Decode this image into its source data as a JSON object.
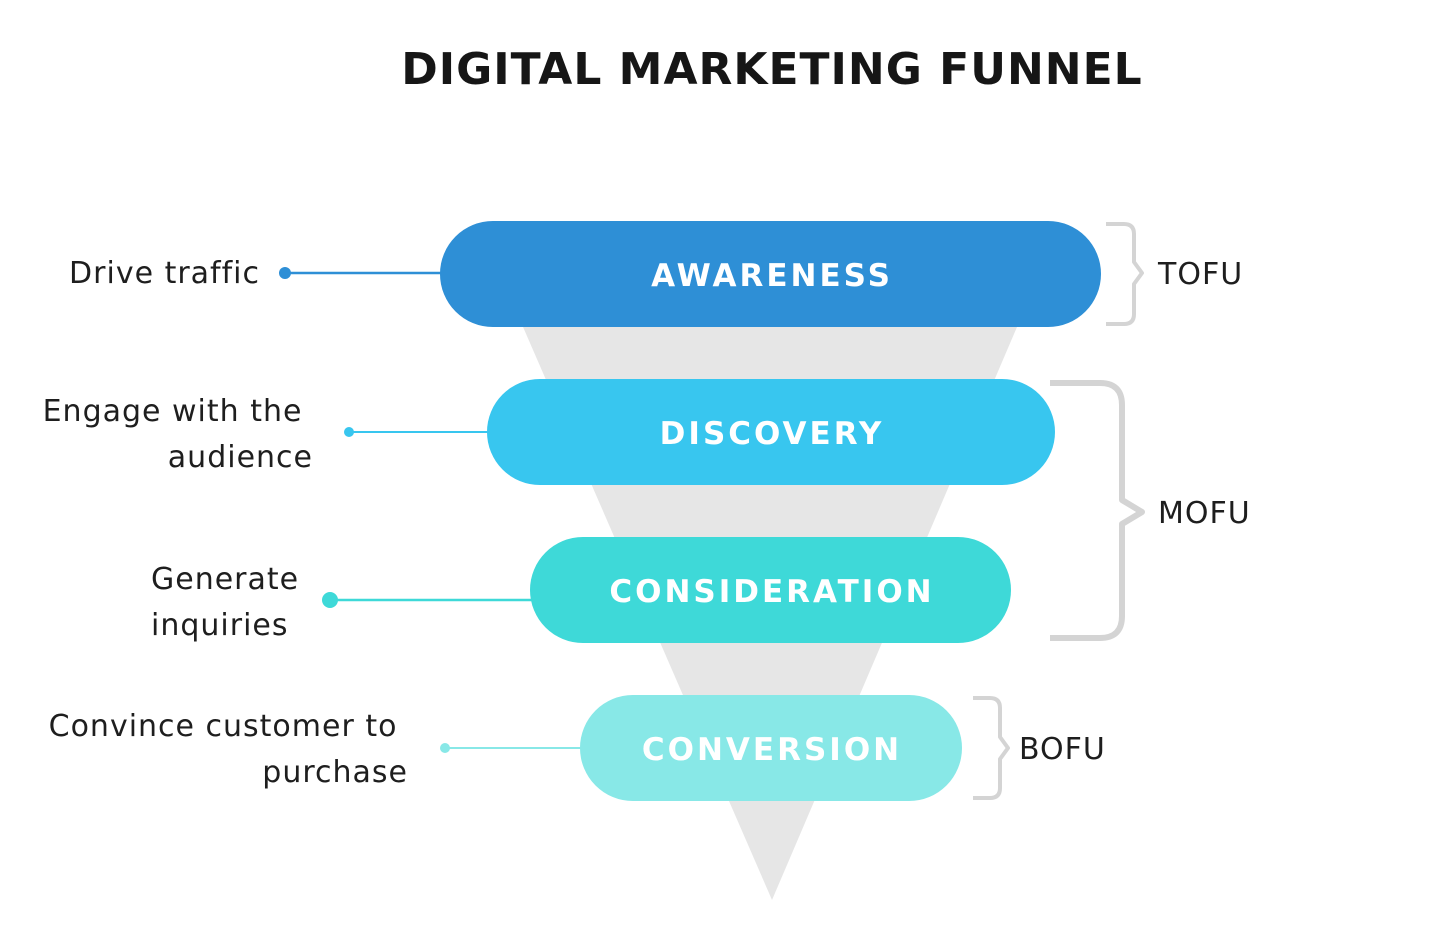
{
  "title": "DIGITAL MARKETING FUNNEL",
  "stages": [
    {
      "label": "AWARENESS",
      "description": [
        "Drive traffic"
      ],
      "color": "#2e8fd6"
    },
    {
      "label": "DISCOVERY",
      "description": [
        "Engage with the",
        "audience"
      ],
      "color": "#38c6ef"
    },
    {
      "label": "CONSIDERATION",
      "description": [
        "Generate",
        "inquiries"
      ],
      "color": "#3ed9d8"
    },
    {
      "label": "CONVERSION",
      "description": [
        "Convince customer to",
        "purchase"
      ],
      "color": "#88e8e7"
    }
  ],
  "groups": [
    {
      "label": "TOFU"
    },
    {
      "label": "MOFU"
    },
    {
      "label": "BOFU"
    }
  ],
  "colors": {
    "funnel": "#e6e6e6",
    "brace": "#d4d4d4",
    "title": "#161616"
  }
}
